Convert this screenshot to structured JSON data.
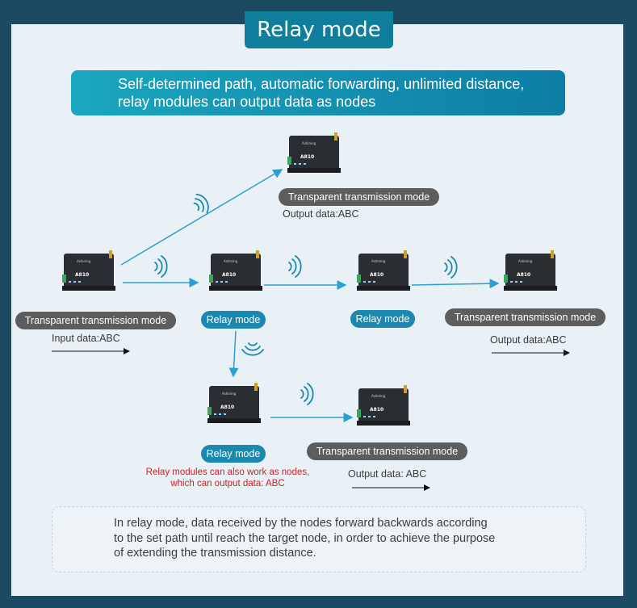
{
  "title": "Relay mode",
  "banner": {
    "line1": "Self-determined path, automatic forwarding, unlimited distance,",
    "line2": "relay modules can output data as nodes"
  },
  "device": {
    "brand": "Ashining",
    "model": "A810"
  },
  "nodes": {
    "top": {
      "mode": "Transparent transmission mode",
      "data": "Output data:ABC"
    },
    "source": {
      "mode": "Transparent transmission mode",
      "data": "Input data:ABC"
    },
    "relay1": {
      "mode": "Relay mode"
    },
    "relay2": {
      "mode": "Relay mode"
    },
    "right": {
      "mode": "Transparent transmission mode",
      "data": "Output data:ABC"
    },
    "relay3": {
      "mode": "Relay mode",
      "note_line1": "Relay modules can also work as nodes,",
      "note_line2": "which can output data: ABC"
    },
    "bottom_right": {
      "mode": "Transparent transmission mode",
      "data": "Output data: ABC"
    }
  },
  "info": {
    "line1": "In relay mode, data received by the nodes forward backwards according",
    "line2": "to the set path until reach the target node, in order to achieve the purpose",
    "line3": "of extending the transmission distance."
  },
  "colors": {
    "background": "#1d4a63",
    "panel": "#e9f1f6",
    "accent": "#0f7e9c",
    "link": "#2a9fd6",
    "note": "#c9232a"
  }
}
